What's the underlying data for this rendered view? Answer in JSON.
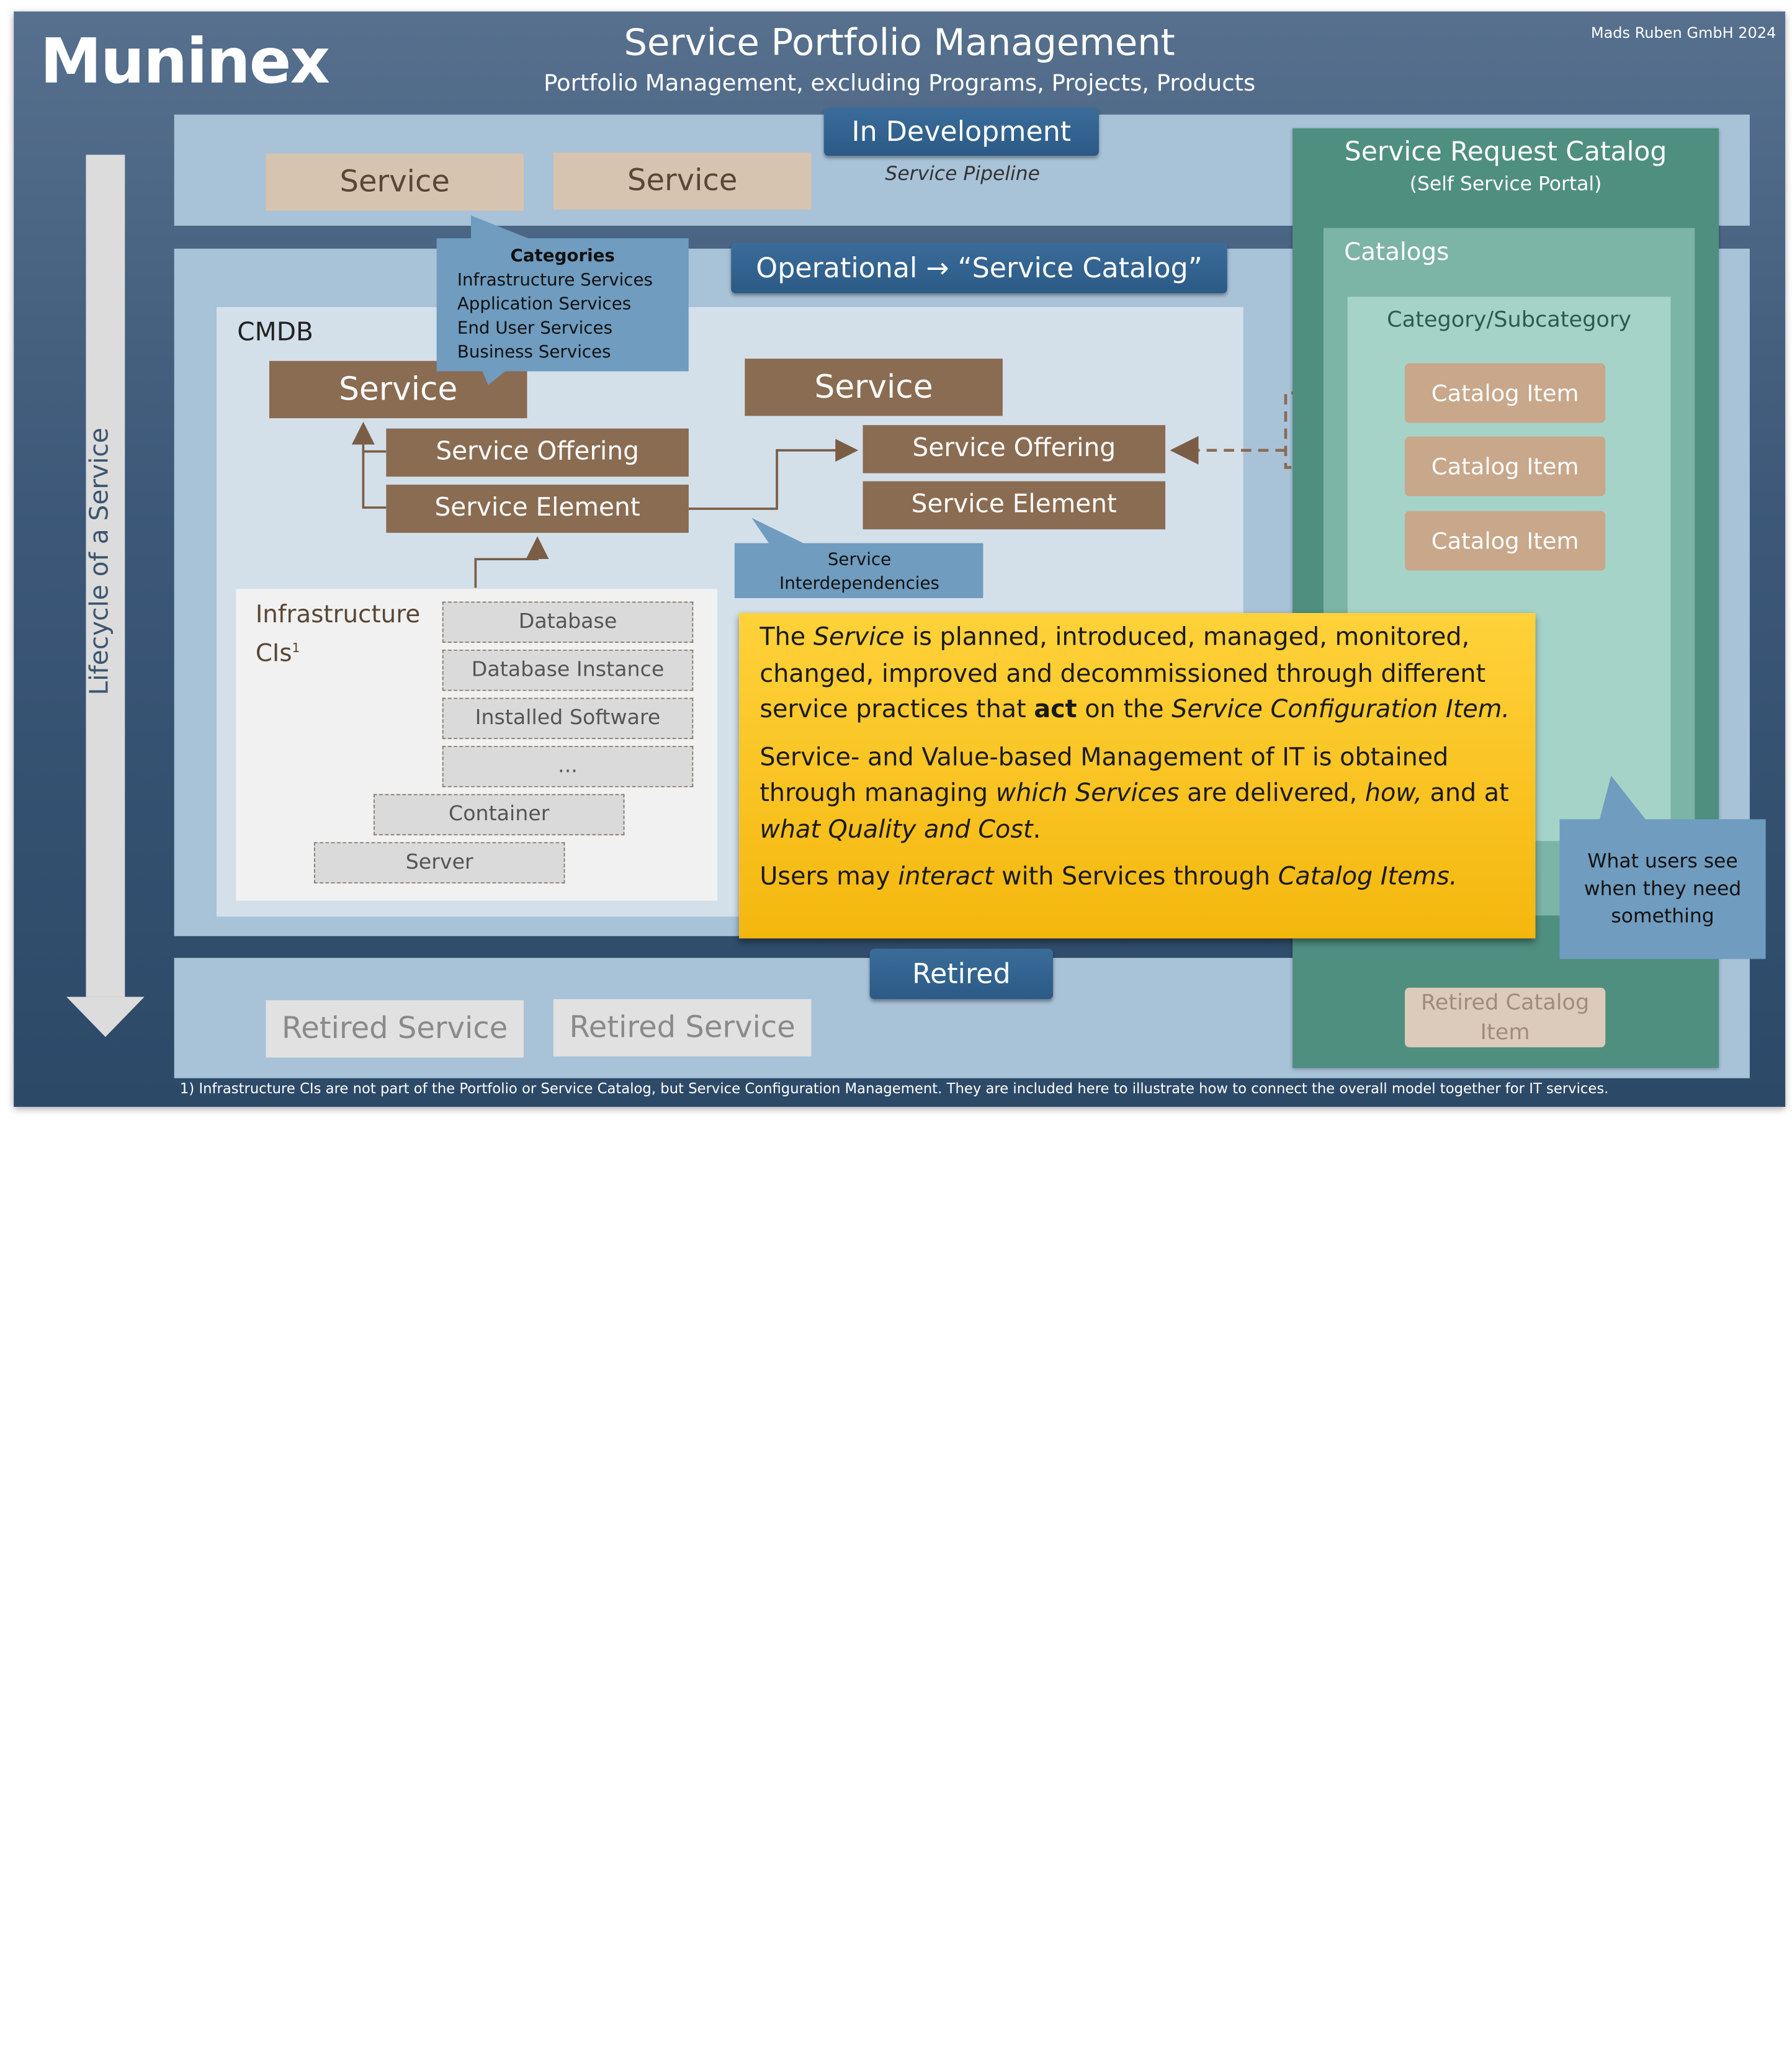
{
  "header": {
    "logo": "Muninex",
    "title": "Service Portfolio Management",
    "subtitle": "Portfolio Management, excluding Programs, Projects, Products",
    "copyright": "Mads Ruben GmbH 2024"
  },
  "lifecycle_label": "Lifecycle of a Service",
  "pipeline": {
    "pill": "In Development",
    "caption": "Service Pipeline",
    "services": [
      "Service",
      "Service"
    ]
  },
  "categories_callout": {
    "title": "Categories",
    "items": [
      "Infrastructure Services",
      "Application Services",
      "End User Services",
      "Business Services"
    ]
  },
  "operational": {
    "pill": "Operational → “Service Catalog”",
    "cmdb_label": "CMDB",
    "left": {
      "service": "Service",
      "offering": "Service Offering",
      "element": "Service Element"
    },
    "right": {
      "service": "Service",
      "offering": "Service Offering",
      "element": "Service Element"
    },
    "interdependencies": "Service Interdependencies"
  },
  "infrastructure": {
    "label": "Infrastructure CIs",
    "footnote_marker": "1",
    "items": [
      "Database",
      "Database Instance",
      "Installed Software",
      "...",
      "Container",
      "Server"
    ]
  },
  "info_box": {
    "p1_a": "The ",
    "p1_i1": "Service",
    "p1_b": " is planned, introduced, managed, monitored, changed, improved and decommissioned through different service practices that ",
    "p1_bold": "act",
    "p1_c": " on the ",
    "p1_i2": "Service Configuration Item.",
    "p2_a": "Service- and Value-based Management of IT is obtained through managing ",
    "p2_i1": "which Services",
    "p2_b": " are delivered, ",
    "p2_i2": "how,",
    "p2_c": " and at ",
    "p2_i3": "what Quality and Cost",
    "p2_d": ".",
    "p3_a": "Users may ",
    "p3_i1": "interact",
    "p3_b": " with Services through ",
    "p3_i2": "Catalog Items."
  },
  "request_catalog": {
    "title": "Service Request Catalog",
    "subtitle": "(Self Service Portal)",
    "catalogs_label": "Catalogs",
    "category_label": "Category/Subcategory",
    "items": [
      "Catalog Item",
      "Catalog Item",
      "Catalog Item"
    ],
    "retired_item": "Retired Catalog Item"
  },
  "users_callout": "What users see when they need something",
  "retired": {
    "pill": "Retired",
    "services": [
      "Retired Service",
      "Retired Service"
    ]
  },
  "footnote": "1) Infrastructure CIs are not part of the Portfolio or Service Catalog, but Service Configuration Management. They are included here to illustrate how to connect the overall model together for IT services.",
  "colors": {
    "frame": "#3d5878",
    "band": "#a8c2d8",
    "service_tan": "#d6c3b0",
    "service_brown": "#8a6c52",
    "catalog_green": "#4f8f80",
    "info_yellow": "#f8c21a",
    "pill_blue": "#2f5f8c"
  }
}
